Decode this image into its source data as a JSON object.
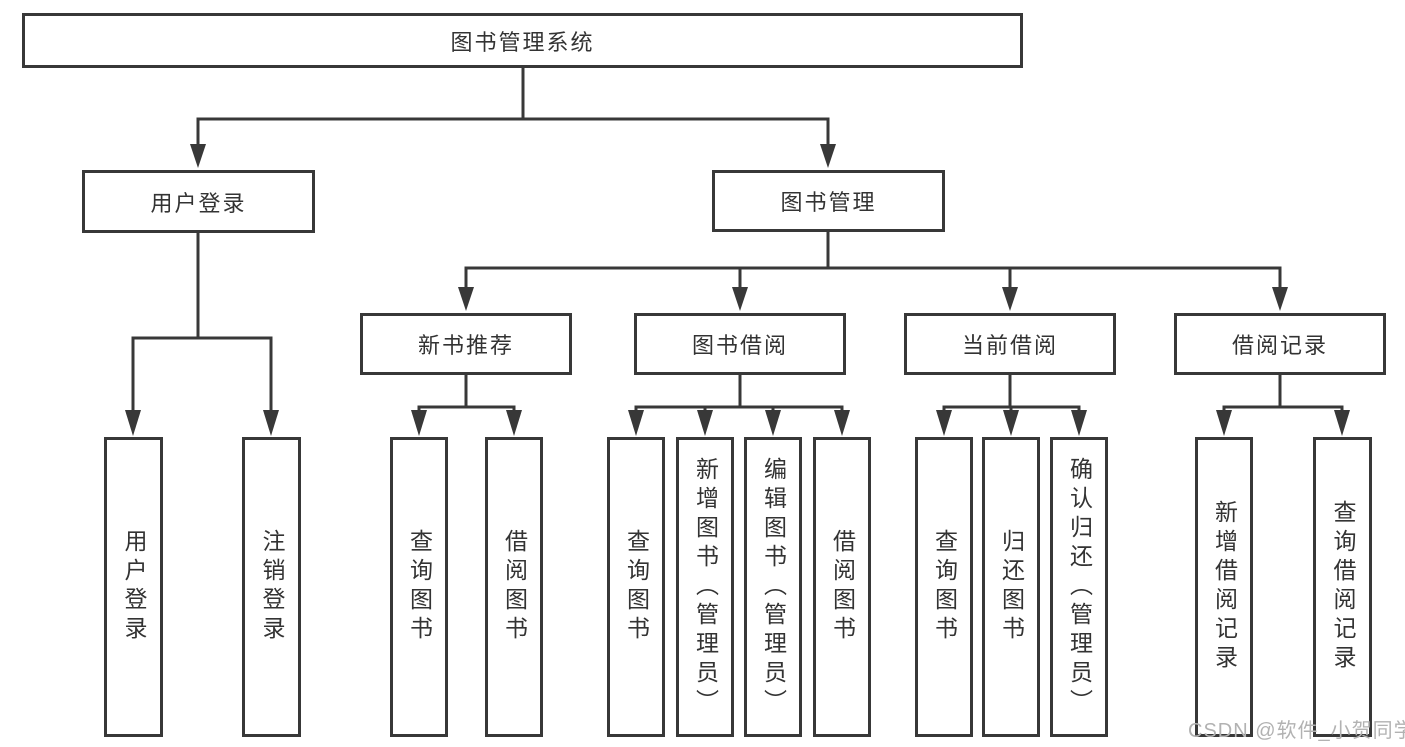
{
  "diagram": {
    "title": "图书管理系统",
    "root": {
      "label": "图书管理系统"
    },
    "level2": [
      {
        "label": "用户登录"
      },
      {
        "label": "图书管理"
      }
    ],
    "groups": [
      {
        "parent": "用户登录",
        "children": [
          "用户登录",
          "注销登录"
        ]
      },
      {
        "parent": "新书推荐",
        "children": [
          "查询图书",
          "借阅图书"
        ]
      },
      {
        "parent": "图书借阅",
        "children": [
          "查询图书",
          "新增图书（管理员）",
          "编辑图书（管理员）",
          "借阅图书"
        ]
      },
      {
        "parent": "当前借阅",
        "children": [
          "查询图书",
          "归还图书",
          "确认归还（管理员）"
        ]
      },
      {
        "parent": "借阅记录",
        "children": [
          "新增借阅记录",
          "查询借阅记录"
        ]
      }
    ]
  },
  "watermark": "CSDN @软件_小贺同学",
  "colors": {
    "line": "#383838",
    "border": "#383838",
    "text": "#333333",
    "watermark": "#b2b2b2",
    "background": "#ffffff"
  }
}
